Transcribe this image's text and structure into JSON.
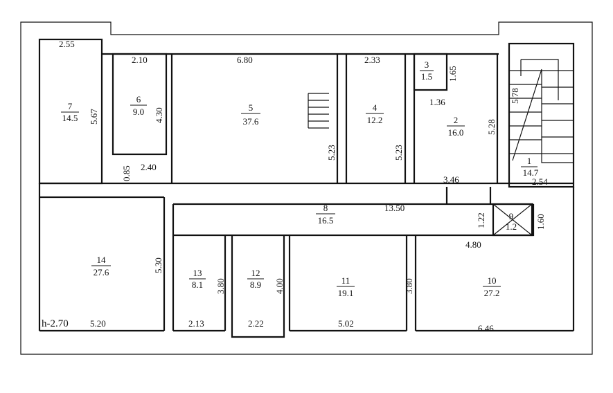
{
  "rooms": [
    {
      "id": "1",
      "area": "14.7"
    },
    {
      "id": "2",
      "area": "16.0"
    },
    {
      "id": "3",
      "area": "1.5"
    },
    {
      "id": "4",
      "area": "12.2"
    },
    {
      "id": "5",
      "area": "37.6"
    },
    {
      "id": "6",
      "area": "9.0"
    },
    {
      "id": "7",
      "area": "14.5"
    },
    {
      "id": "8",
      "area": "16.5"
    },
    {
      "id": "9",
      "area": "1.2"
    },
    {
      "id": "10",
      "area": "27.2"
    },
    {
      "id": "11",
      "area": "19.1"
    },
    {
      "id": "12",
      "area": "8.9"
    },
    {
      "id": "13",
      "area": "8.1"
    },
    {
      "id": "14",
      "area": "27.6"
    }
  ],
  "dims": [
    "2.55",
    "5.67",
    "2.10",
    "4.30",
    "0.85",
    "2.40",
    "6.80",
    "5.23",
    "2.33",
    "5.23",
    "1.65",
    "1.36",
    "5.28",
    "3.46",
    "5.78",
    "2.54",
    "13.50",
    "1.22",
    "1.60",
    "4.80",
    "5.30",
    "3.80",
    "4.00",
    "3.80",
    "5.20",
    "2.13",
    "2.22",
    "5.02",
    "6.46"
  ],
  "height_note": "h-2.70"
}
